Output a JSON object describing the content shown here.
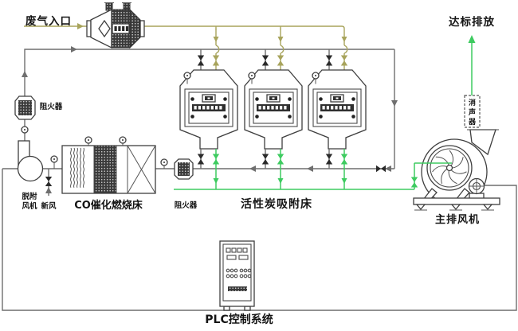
{
  "labels": {
    "waste_gas_inlet": "废气入口",
    "discharge_standard": "达标排放",
    "flame_arrester_left": "阻火器",
    "flame_arrester_mid": "阻火器",
    "desorption_fan_line1": "脱附",
    "desorption_fan_line2": "风机",
    "fresh_air": "新风",
    "co_catalytic_bed": "CO催化燃烧床",
    "activated_carbon_beds": "活性炭吸附床",
    "main_exhaust_fan": "主排风机",
    "plc_system": "PLC控制系统"
  },
  "muffler_chars": [
    "消",
    "声",
    "器"
  ],
  "colors": {
    "pipe_gray": "#6f6f6f",
    "raw_gas_olive": "#a8a45c",
    "clean_gas_green": "#3ecb60",
    "equipment_dark": "#3c3c3c",
    "text": "#141414",
    "background": "#ffffff"
  }
}
